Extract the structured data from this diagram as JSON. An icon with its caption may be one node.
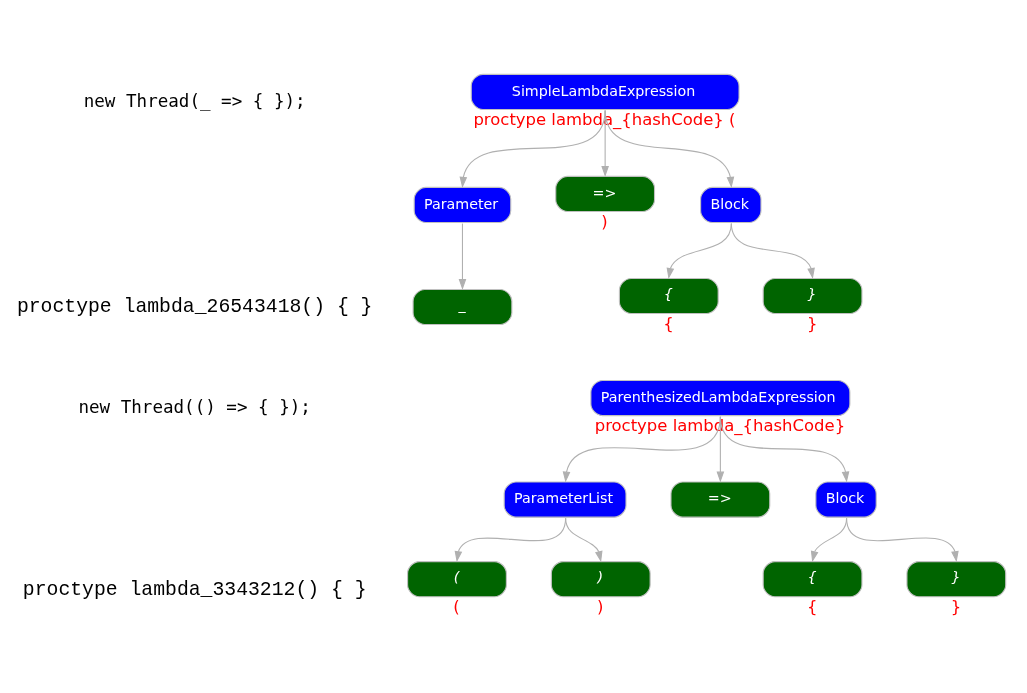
{
  "diagram": {
    "nodes": [
      {
        "text": [
          "SimpleLambdaExpression"
        ],
        "beside": [
          "proctype lambda_{hashCode} ("
        ]
      },
      {
        "text": [
          "Parameter"
        ]
      },
      {
        "text": [
          "=>"
        ],
        "beside": [
          ")"
        ]
      },
      {
        "text": [
          "Block"
        ]
      },
      {
        "text": [
          "_"
        ]
      },
      {
        "text": [
          "{"
        ],
        "beside": [
          "{"
        ]
      },
      {
        "text": [
          "}"
        ],
        "beside": [
          "}"
        ]
      },
      {
        "text": [
          "ParenthesizedLambdaExpression"
        ],
        "beside": [
          "proctype lambda_{hashCode}"
        ]
      },
      {
        "text": [
          "ParameterList"
        ]
      },
      {
        "text": [
          "=>"
        ]
      },
      {
        "text": [
          "Block"
        ]
      },
      {
        "text": [
          "("
        ],
        "beside": [
          "("
        ]
      },
      {
        "text": [
          ")"
        ],
        "beside": [
          ")"
        ]
      },
      {
        "text": [
          "{"
        ],
        "beside": [
          "{"
        ]
      },
      {
        "text": [
          "}"
        ],
        "beside": [
          "}"
        ]
      }
    ],
    "edges": [
      {
        "from": 0,
        "to": 1,
        "arrow": "to"
      },
      {
        "from": 0,
        "to": 2,
        "arrow": "to"
      },
      {
        "from": 0,
        "to": 3,
        "arrow": "to"
      },
      {
        "from": 1,
        "to": 4,
        "arrow": "to"
      },
      {
        "from": 3,
        "to": 5,
        "arrow": "to"
      },
      {
        "from": 3,
        "to": 6,
        "arrow": "to"
      },
      {
        "from": 7,
        "to": 8,
        "arrow": "to"
      },
      {
        "from": 7,
        "to": 9,
        "arrow": "to"
      },
      {
        "from": 7,
        "to": 10,
        "arrow": "to"
      },
      {
        "from": 8,
        "to": 11,
        "arrow": "to"
      },
      {
        "from": 8,
        "to": 12,
        "arrow": "to"
      },
      {
        "from": 10,
        "to": 13,
        "arrow": "to"
      },
      {
        "from": 10,
        "to": 14,
        "arrow": "to"
      }
    ],
    "labels": [
      "new Thread(_ => { });",
      "proctype lambda_26543418() { }",
      "new Thread(() => { });",
      "proctype lambda_3343212() { }"
    ]
  }
}
